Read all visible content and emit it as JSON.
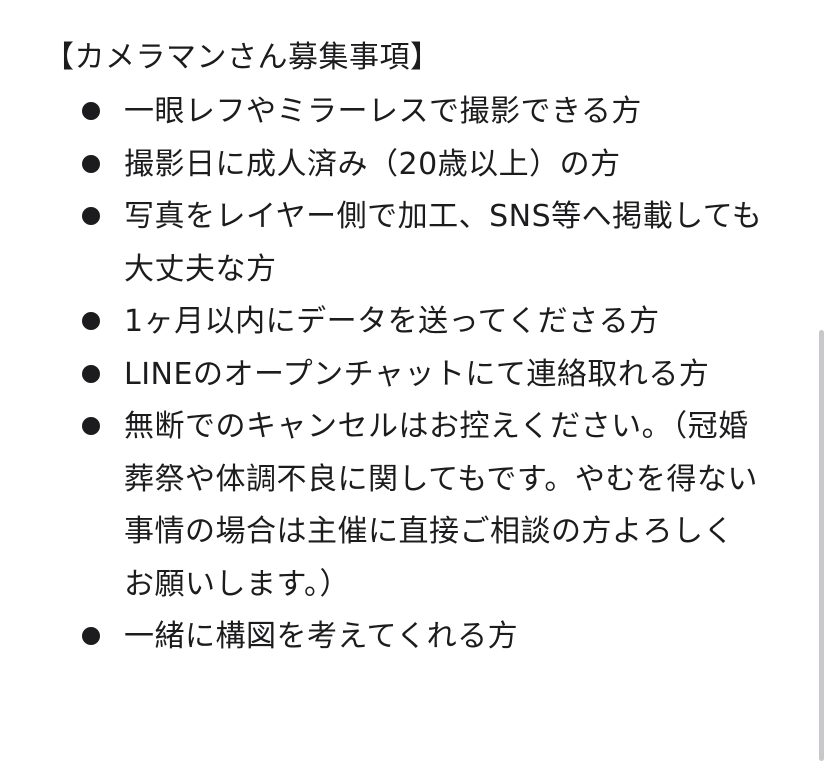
{
  "heading": "【カメラマンさん募集事項】",
  "items": [
    {
      "text": "一眼レフやミラーレスで撮影できる方"
    },
    {
      "text": "撮影日に成人済み（20歳以上）の方"
    },
    {
      "text": "写真をレイヤー側で加工、SNS等へ掲載しても大丈夫な方"
    },
    {
      "text": "1ヶ月以内にデータを送ってくださる方"
    },
    {
      "text": "LINEのオープンチャットにて連絡取れる方"
    },
    {
      "text": "無断でのキャンセルはお控えください。（冠婚葬祭や体調不良に関してもです。やむを得ない事情の場合は主催に直接ご相談の方よろしくお願いします。）"
    },
    {
      "text": "一緒に構図を考えてくれる方"
    }
  ],
  "colors": {
    "text": "#1c1c1e",
    "background": "#ffffff",
    "scrollbar": "#c7c7cc"
  }
}
